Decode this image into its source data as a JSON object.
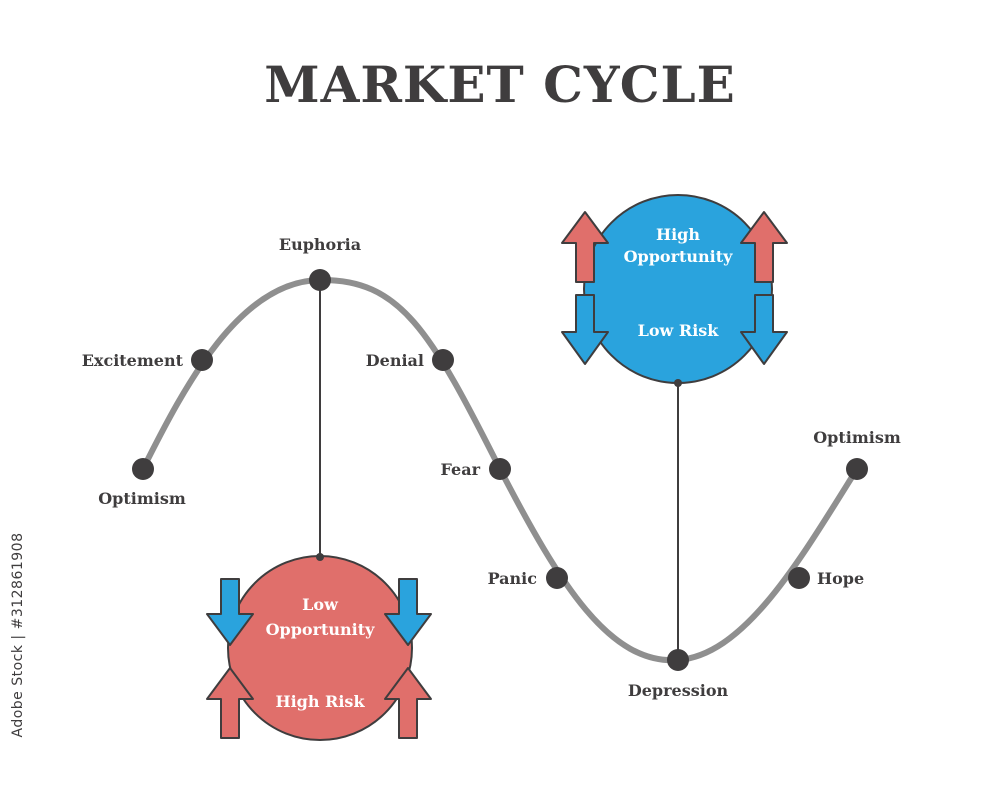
{
  "title": "MARKET CYCLE",
  "stages": {
    "optimism_start": "Optimism",
    "excitement": "Excitement",
    "euphoria": "Euphoria",
    "denial": "Denial",
    "fear": "Fear",
    "panic": "Panic",
    "depression": "Depression",
    "hope": "Hope",
    "optimism_end": "Optimism"
  },
  "high_risk_zone": {
    "line1": "Low",
    "line2": "Opportunity",
    "line3": "High Risk",
    "color": "#e06f6b"
  },
  "low_risk_zone": {
    "line1": "High",
    "line2": "Opportunity",
    "line3": "Low Risk",
    "color": "#2aa3dd"
  },
  "colors": {
    "curve": "#8f8f8f",
    "point": "#3f3d3e",
    "text": "#3f3d3e",
    "arrow_red": "#e06f6b",
    "arrow_blue": "#2aa3dd"
  },
  "watermark": "Adobe Stock | #312861908"
}
